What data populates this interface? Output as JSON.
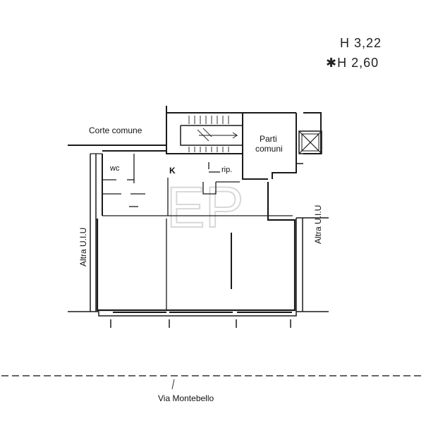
{
  "heights": {
    "line1": "H  3,22",
    "line2": "✱H  2,60"
  },
  "labels": {
    "corte": "Corte comune",
    "parti_line1": "Parti",
    "parti_line2": "comuni",
    "wc": "wc",
    "k": "K",
    "rip": "rip.",
    "altra_left": "Altra U.I.U",
    "altra_right": "Altra U.I.U",
    "street": "Via Montebello"
  },
  "watermark": "EP"
}
